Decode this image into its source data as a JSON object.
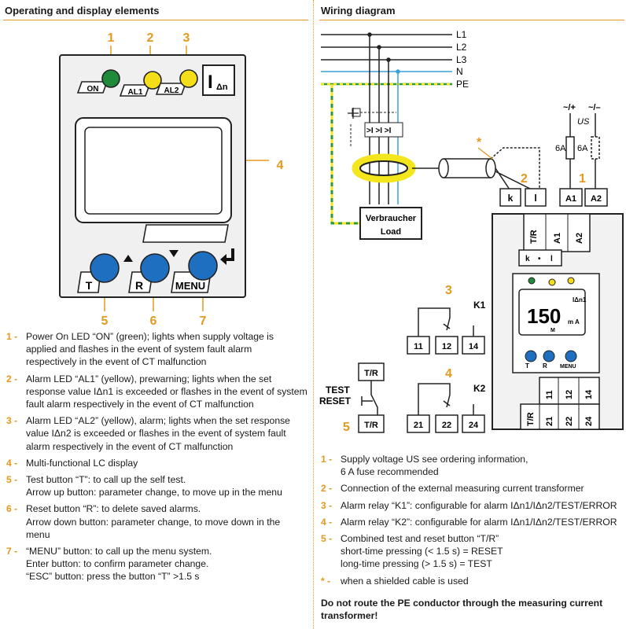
{
  "left": {
    "title": "Operating and display elements",
    "callouts": [
      "1",
      "2",
      "3",
      "4",
      "5",
      "6",
      "7"
    ],
    "device": {
      "on_label": "ON",
      "al1_label": "AL1",
      "al2_label": "AL2",
      "idn_label": "I",
      "idn_sub": "Δn",
      "btn_t": "T",
      "btn_r": "R",
      "btn_menu": "MENU"
    },
    "items": [
      {
        "num": "1 -",
        "text": "Power On LED “ON” (green); lights when supply voltage is\napplied and flashes in the event of system fault alarm\nrespectively in the event of CT malfunction"
      },
      {
        "num": "2 -",
        "text": "Alarm LED “AL1” (yellow), prewarning; lights when the set\nresponse value IΔn1 is exceeded or flashes in the event of system\nfault alarm respectively in the event of CT malfunction"
      },
      {
        "num": "3 -",
        "text": "Alarm LED “AL2” (yellow), alarm; lights when the set response\nvalue IΔn2 is exceeded or flashes in the event of system fault\nalarm respectively in the event of CT malfunction"
      },
      {
        "num": "4 -",
        "text": "Multi-functional LC display"
      },
      {
        "num": "5 -",
        "text": "Test button “T”: to call up the self test.\nArrow up button: parameter change, to move up in the menu"
      },
      {
        "num": "6 -",
        "text": "Reset button “R”: to delete saved alarms.\nArrow down button: parameter change, to move down in the\nmenu"
      },
      {
        "num": "7 -",
        "text": "“MENU” button: to call up the menu system.\nEnter button: to confirm parameter change.\n“ESC” button: press the button “T” >1.5 s"
      }
    ]
  },
  "right": {
    "title": "Wiring diagram",
    "lines": [
      "L1",
      "L2",
      "L3",
      "N",
      "PE"
    ],
    "load_label_1": "Verbraucher",
    "load_label_2": "Load",
    "asterisk": "*",
    "supply_plus": "~/+",
    "supply_minus": "~/–",
    "us_label": "US",
    "fuse1": "6A",
    "fuse2": "6A",
    "terminals_ct": [
      "k",
      "l"
    ],
    "terminals_supply": [
      "A1",
      "A2"
    ],
    "callout_2": "2",
    "callout_1": "1",
    "callout_3": "3",
    "callout_4": "4",
    "callout_5": "5",
    "k1_label": "K1",
    "k2_label": "K2",
    "k1_terms": [
      "11",
      "12",
      "14"
    ],
    "k2_terms": [
      "21",
      "22",
      "24"
    ],
    "tr_label": "T/R",
    "test_label": "TEST",
    "reset_label": "RESET",
    "device_top_terms": [
      "T/R",
      "A1",
      "A2"
    ],
    "device_kl": [
      "k",
      "•",
      "l"
    ],
    "device_bottom_terms1": [
      "11",
      "12",
      "14"
    ],
    "device_bottom_terms2": [
      "T/R",
      "21",
      "22",
      "24"
    ],
    "display_value": "150",
    "display_unit": "m A",
    "display_idn": "IΔn1",
    "display_m": "M",
    "items": [
      {
        "num": "1 -",
        "text": "Supply voltage US see ordering information,\n6 A fuse recommended"
      },
      {
        "num": "2 -",
        "text": "Connection of the external measuring current transformer"
      },
      {
        "num": "3 -",
        "text": "Alarm relay “K1”: configurable for alarm IΔn1/IΔn2/TEST/ERROR"
      },
      {
        "num": "4 -",
        "text": "Alarm relay “K2”: configurable for alarm IΔn1/IΔn2/TEST/ERROR"
      },
      {
        "num": "5 -",
        "text": "Combined test and reset button “T/R”\nshort-time pressing (< 1.5 s) = RESET\nlong-time pressing (> 1.5 s) = TEST"
      },
      {
        "num": "* -",
        "text": "when a shielded cable is used"
      }
    ],
    "warning": "Do not route the PE conductor through the measuring current transformer!"
  },
  "colors": {
    "accent": "#e39a1e",
    "led_green": "#1e8a3a",
    "led_yellow": "#f5dd18",
    "button_blue": "#1f6fc0",
    "pe_green": "#2e9a3e",
    "n_blue": "#3aa0d8",
    "ct_yellow": "#f3e61c"
  }
}
